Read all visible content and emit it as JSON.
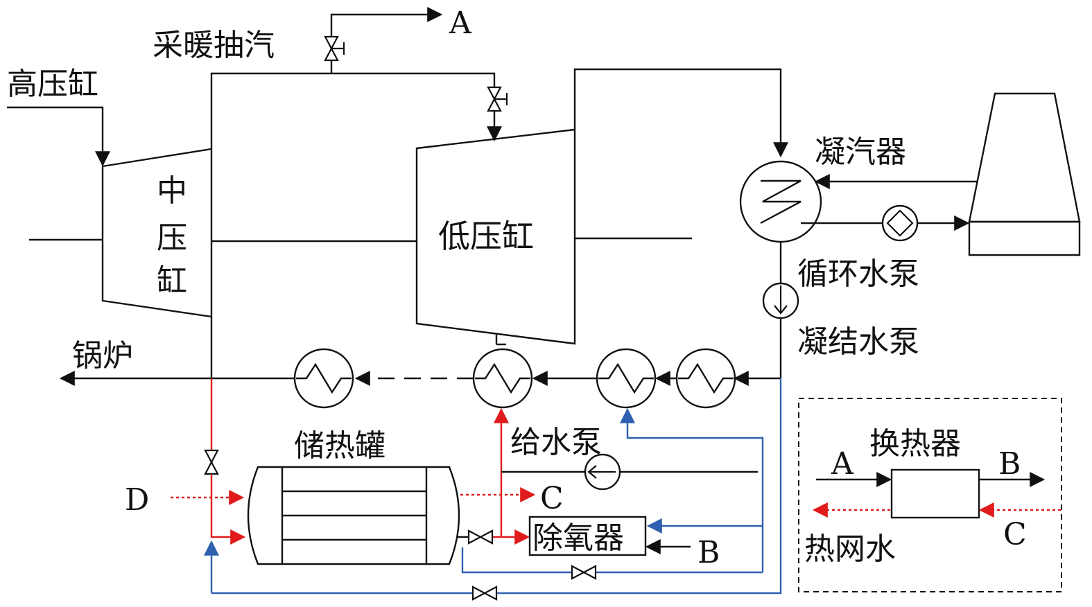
{
  "labels": {
    "heating_extraction": "采暖抽汽",
    "hp_cylinder": "高压缸",
    "ip_cylinder_1": "中",
    "ip_cylinder_2": "压",
    "ip_cylinder_3": "缸",
    "lp_cylinder": "低压缸",
    "condenser": "凝汽器",
    "circ_pump": "循环水泵",
    "cond_pump": "凝结水泵",
    "boiler": "锅炉",
    "storage_tank": "储热罐",
    "feed_pump": "给水泵",
    "deaerator": "除氧器",
    "point_a": "A",
    "point_b": "B",
    "point_c": "C",
    "point_d": "D"
  },
  "legend": {
    "heat_exchanger": "换热器",
    "in_a": "A",
    "out_b": "B",
    "in_c": "C",
    "heat_network_water": "热网水"
  },
  "colors": {
    "line": "#111111",
    "red": "#e01b1b",
    "blue": "#2f5fb0"
  }
}
